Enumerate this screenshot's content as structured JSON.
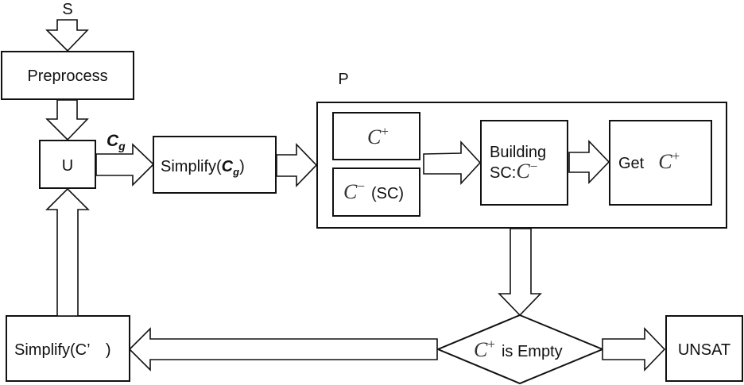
{
  "diagram": {
    "input_label": "S",
    "preprocess": {
      "label": "Preprocess"
    },
    "u": {
      "label": "U"
    },
    "cg_edge": {
      "base": "C",
      "subscript": "g"
    },
    "simplify_cg": {
      "prefix": "Simplify(",
      "base": "C",
      "subscript": "g",
      "suffix": ")"
    },
    "p_group": {
      "label": "P"
    },
    "c_plus": {
      "base": "C",
      "sup": "+"
    },
    "c_minus": {
      "base": "C",
      "sup": "−",
      "suffix": "(SC)"
    },
    "building": {
      "line1": "Building",
      "line2_prefix": "SC:",
      "base": "C",
      "sup": "−"
    },
    "get_c_plus": {
      "prefix": "Get",
      "base": "C",
      "sup": "+"
    },
    "decision": {
      "base": "C",
      "sup": "+",
      "suffix": "is Empty"
    },
    "unsat": {
      "label": "UNSAT"
    },
    "simplify_c_prime": {
      "label": "Simplify(C’　)"
    },
    "colors": {
      "stroke": "#111111",
      "fill": "#ffffff"
    }
  }
}
